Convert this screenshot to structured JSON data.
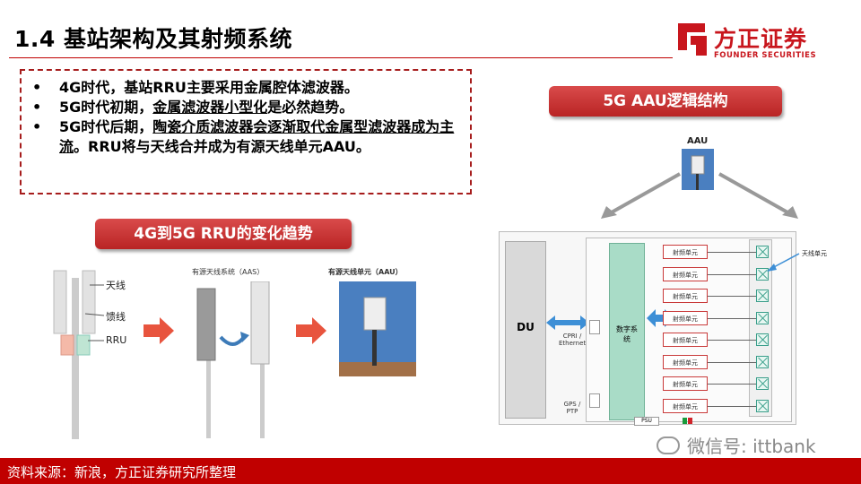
{
  "header": {
    "title": "1.4 基站架构及其射频系统",
    "logo_cn": "方正证券",
    "logo_en": "FOUNDER SECURITIES"
  },
  "bullets": [
    {
      "parts": [
        "4G时代，基站RRU主要采用金属腔体滤波器。"
      ]
    },
    {
      "parts": [
        "5G时代初期，",
        "金属滤波器小型化",
        "是必然趋势。"
      ]
    },
    {
      "parts": [
        "5G时代后期，",
        "陶瓷介质滤波器会逐渐取代金属型滤波器成为主流",
        "。RRU将与天线合并成为有源天线单元AAU。"
      ]
    }
  ],
  "pills": {
    "left": "4G到5G RRU的变化趋势",
    "right": "5G AAU逻辑结构"
  },
  "left_figure": {
    "antenna": "天线",
    "feeder": "馈线",
    "rru": "RRU",
    "aas": "有源天线系统（AAS）",
    "aau": "有源天线单元（AAU）"
  },
  "right_figure": {
    "aau_label": "AAU",
    "du": "DU",
    "cpri": "CPRI / Ethernet",
    "gps": "GPS / PTP",
    "digital": "数字系统",
    "psu": "PSU",
    "rf_unit": "射频单元",
    "rf_count": 8,
    "antenna_unit": "天线单元"
  },
  "footer": {
    "source": "资料来源：新浪，方正证券研究所整理",
    "wechat": "微信号: ittbank"
  },
  "colors": {
    "brand_red": "#c00000",
    "logo_red": "#c8161d",
    "digital_green": "#a9dcc7"
  }
}
